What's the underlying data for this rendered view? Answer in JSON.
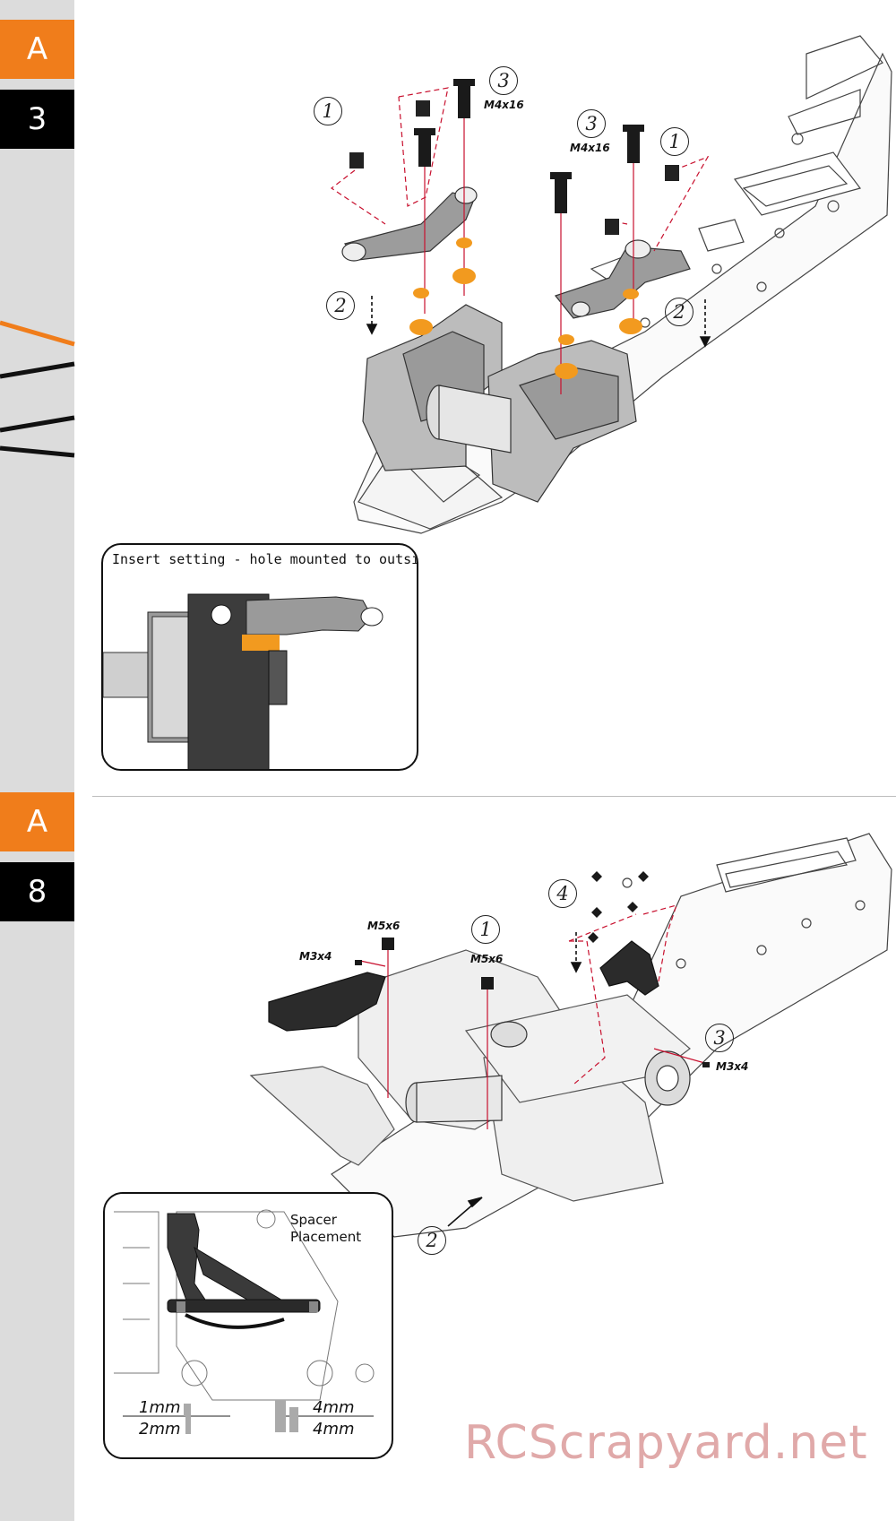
{
  "sidebar": {
    "section1": {
      "letter": "A",
      "number": "3"
    },
    "section2": {
      "letter": "A",
      "number": "8"
    }
  },
  "colors": {
    "accent": "#f07d1b",
    "tab_dark": "#000000",
    "sidebar": "#dcdcdc",
    "guide_line": "#c8102e"
  },
  "step_a3": {
    "callouts": [
      "1",
      "2",
      "3",
      "3",
      "1",
      "2"
    ],
    "screw_labels": {
      "left": "M4x16",
      "right": "M4x16"
    },
    "inset": {
      "title": "Insert setting - hole mounted to outside"
    }
  },
  "step_a8": {
    "callouts": [
      "1",
      "2",
      "3",
      "4"
    ],
    "screw_labels": {
      "m5_a": "M5x6",
      "m3_a": "M3x4",
      "m5_b": "M5x6",
      "m3_b": "M3x4"
    },
    "inset": {
      "title_line1": "Spacer",
      "title_line2": "Placement",
      "left_top": "1mm",
      "left_bottom": "2mm",
      "right_top": "4mm",
      "right_bottom": "4mm"
    }
  },
  "watermark": "RCScrapyard.net"
}
